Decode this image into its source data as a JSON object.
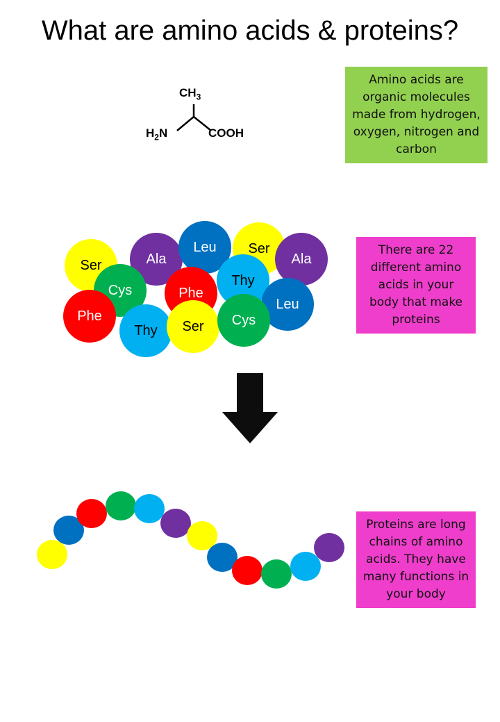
{
  "title": "What are amino acids & proteins?",
  "molecule": {
    "top_group": "CH",
    "top_sub": "3",
    "left_group_a": "H",
    "left_sub": "2",
    "left_group_b": "N",
    "right_group": "COOH"
  },
  "boxes": {
    "amino_def": {
      "text": "Amino acids are organic molecules made from hydrogen, oxygen, nitrogen and carbon",
      "color": "#92d050"
    },
    "count": {
      "text": "There are 22 different amino acids in your body that make proteins",
      "color": "#ee3ecb"
    },
    "proteins": {
      "text": "Proteins are long chains of amino acids. They have many functions in your body",
      "color": "#ee3ecb"
    }
  },
  "colors": {
    "yellow": "#ffff00",
    "purple": "#7030a0",
    "blue": "#0070c0",
    "green": "#00b050",
    "red": "#ff0000",
    "cyan": "#00b0f0",
    "arrow": "#0d0d0d"
  },
  "cluster": [
    {
      "label": "Ser",
      "color": "yellow"
    },
    {
      "label": "Ala",
      "color": "purple"
    },
    {
      "label": "Leu",
      "color": "blue"
    },
    {
      "label": "Ser",
      "color": "yellow"
    },
    {
      "label": "Ala",
      "color": "purple"
    },
    {
      "label": "Phe",
      "color": "red"
    },
    {
      "label": "Cys",
      "color": "green"
    },
    {
      "label": "Phe",
      "color": "red"
    },
    {
      "label": "Thy",
      "color": "cyan"
    },
    {
      "label": "Leu",
      "color": "blue"
    },
    {
      "label": "Thy",
      "color": "cyan"
    },
    {
      "label": "Ser",
      "color": "yellow"
    },
    {
      "label": "Cys",
      "color": "green"
    }
  ],
  "chain": [
    "yellow",
    "blue",
    "red",
    "green",
    "cyan",
    "purple",
    "yellow",
    "blue",
    "red",
    "green",
    "cyan",
    "purple"
  ]
}
